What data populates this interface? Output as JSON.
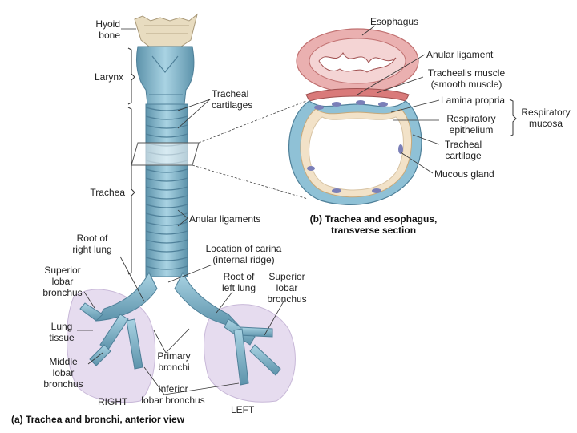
{
  "labels": {
    "hyoid_bone": "Hyoid\nbone",
    "larynx": "Larynx",
    "tracheal_cartilages": "Tracheal\ncartilages",
    "trachea": "Trachea",
    "anular_ligaments": "Anular ligaments",
    "root_right_lung": "Root of\nright lung",
    "location_carina": "Location of carina\n(internal ridge)",
    "root_left_lung": "Root of\nleft lung",
    "superior_lobar_right": "Superior\nlobar\nbronchus",
    "superior_lobar_left": "Superior\nlobar\nbronchus",
    "lung_tissue": "Lung\ntissue",
    "middle_lobar": "Middle\nlobar\nbronchus",
    "primary_bronchi": "Primary\nbronchi",
    "inferior_lobar": "Inferior\nlobar bronchus",
    "right": "RIGHT",
    "left": "LEFT",
    "esophagus": "Esophagus",
    "anular_ligament": "Anular ligament",
    "trachealis_muscle": "Trachealis muscle\n(smooth muscle)",
    "lamina_propria": "Lamina propria",
    "respiratory_epithelium": "Respiratory\nepithelium",
    "respiratory_mucosa": "Respiratory\nmucosa",
    "tracheal_cartilage": "Tracheal\ncartilage",
    "mucous_gland": "Mucous gland"
  },
  "captions": {
    "a": "(a) Trachea and bronchi, anterior view",
    "b": "(b) Trachea and esophagus,\ntransverse section"
  },
  "colors": {
    "cartilage": "#8fc1d6",
    "cartilage_dark": "#5b8fa8",
    "hyoid": "#e8dcc0",
    "lung": "#e6dcef",
    "esophagus": "#e8a0a0",
    "muscle": "#d97a7a",
    "lamina": "#f2e2c8",
    "gland": "#7a7fb8"
  }
}
